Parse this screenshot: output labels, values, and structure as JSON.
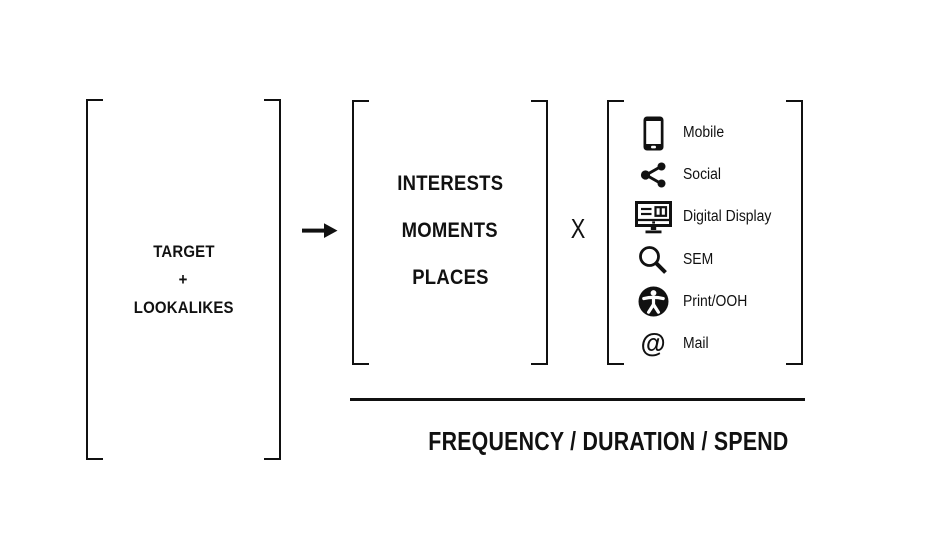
{
  "formula": {
    "audience": {
      "line1": "TARGET",
      "plus": "+",
      "line2": "LOOKALIKES"
    },
    "context": {
      "items": [
        "INTERESTS",
        "MOMENTS",
        "PLACES"
      ]
    },
    "multiply": "X",
    "channels": [
      {
        "icon": "mobile-phone-icon",
        "label": "Mobile"
      },
      {
        "icon": "share-icon",
        "label": "Social"
      },
      {
        "icon": "monitor-display-icon",
        "label": "Digital Display"
      },
      {
        "icon": "search-icon",
        "label": "SEM"
      },
      {
        "icon": "accessibility-person-icon",
        "label": "Print/OOH"
      },
      {
        "icon": "at-sign-icon",
        "label": "Mail"
      }
    ],
    "mail_at_glyph": "@",
    "denominator": "FREQUENCY / DURATION / SPEND",
    "icons": {
      "operator": "arrow-right-icon"
    }
  },
  "colors": {
    "ink": "#111111",
    "background": "#ffffff"
  }
}
